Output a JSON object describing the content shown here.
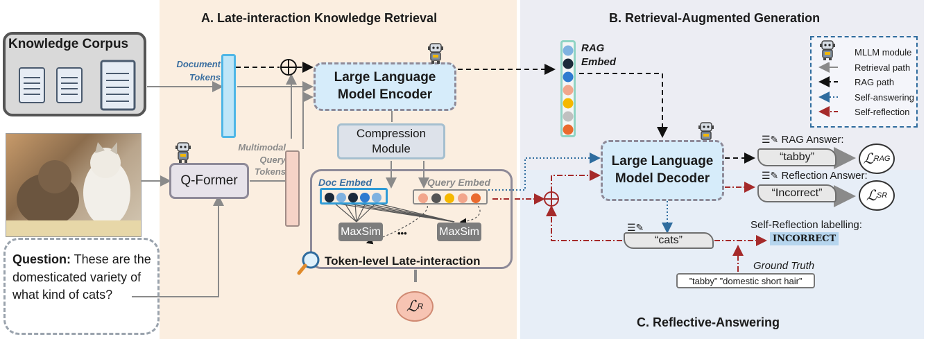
{
  "sections": {
    "a_title": "A. Late-interaction Knowledge Retrieval",
    "b_title": "B. Retrieval-Augmented Generation",
    "c_title": "C. Reflective-Answering"
  },
  "corpus": {
    "title": "Knowledge Corpus"
  },
  "question": {
    "bold": "Question:",
    "text": " These are the domesticated variety of what kind of cats?"
  },
  "labels": {
    "document_tokens": "Document Tokens",
    "multimodal_query_tokens": "Multimodal Query Tokens",
    "qformer": "Q-Former",
    "encoder": "Large Language Model Encoder",
    "compression": "Compression Module",
    "doc_embed": "Doc Embed",
    "query_embed": "Query Embed",
    "maxsim": "MaxSim",
    "ellipsis": "•••",
    "late_interaction": "Token-level Late-interaction",
    "loss_r": "ℒ",
    "loss_r_sub": "R",
    "rag_embed": "RAG Embed",
    "decoder": "Large Language Model Decoder"
  },
  "answers": {
    "rag_label": "RAG Answer:",
    "rag_value": "“tabby”",
    "loss_rag": "ℒ",
    "loss_rag_sub": "RAG",
    "reflection_label": "Reflection Answer:",
    "reflection_value": "“Incorrect”",
    "loss_sr": "ℒ",
    "loss_sr_sub": "SR",
    "self_answer": "“cats”",
    "sr_labelling": "Self-Reflection labelling:",
    "incorrect_badge": "INCORRECT",
    "ground_truth_label": "Ground Truth",
    "ground_truth_value": "”tabby” ”domestic short hair”"
  },
  "legend": {
    "items": [
      {
        "icon": "robot-icon",
        "label": "MLLM module"
      },
      {
        "icon": "solid-gray-arrow",
        "label": "Retrieval path"
      },
      {
        "icon": "dashed-black-arrow",
        "label": "RAG path"
      },
      {
        "icon": "dotted-blue-arrow",
        "label": "Self-answering"
      },
      {
        "icon": "dashdot-red-arrow",
        "label": "Self-reflection"
      }
    ]
  },
  "colors": {
    "panel_a": "#fbeee0",
    "panel_b": "#ecedf3",
    "panel_c": "#e7eef7",
    "llm_fill": "#d6ecfa",
    "token_blue": "#bfe6f8",
    "token_pink": "#f6d3c7",
    "retrieval": "#8a8a8a",
    "rag": "#111111",
    "self_answer": "#2f6c9e",
    "self_reflect": "#a52a2a",
    "embed_dots": [
      "#7fb2e0",
      "#1b2a3a",
      "#2f7bd0",
      "#f2a68c",
      "#f5b800",
      "#c0c0c0",
      "#ea6a2e"
    ],
    "doc_dots": [
      "#1b2a3a",
      "#7fb2e0",
      "#1b2a3a",
      "#2f7bd0",
      "#7fb2e0"
    ],
    "query_dots": [
      "#f2a68c",
      "#555555",
      "#f5b800",
      "#f2a68c",
      "#ea6a2e"
    ]
  }
}
